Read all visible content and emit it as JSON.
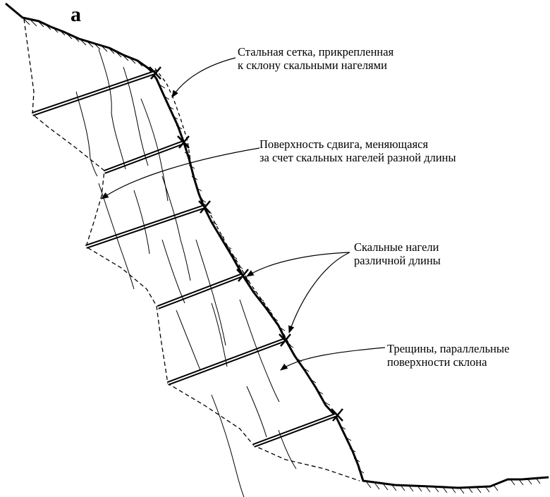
{
  "figure": {
    "panel_letter": "а",
    "labels": {
      "steel_mesh": [
        "Стальная сетка, прикрепленная",
        "к склону скальными нагелями"
      ],
      "shear_surface": [
        "Поверхность сдвига, меняющаяся",
        "за счет скальных нагелей разной длины"
      ],
      "rock_bolts": [
        "Скальные нагели",
        "различной длины"
      ],
      "cracks": [
        "Трещины, параллельные",
        "поверхности склона"
      ]
    },
    "colors": {
      "ink": "#000000",
      "background": "#ffffff"
    }
  }
}
